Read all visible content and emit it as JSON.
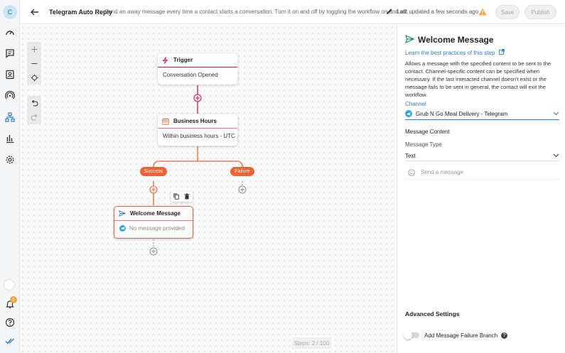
{
  "sidebar": {
    "avatar_initial": "C",
    "notification_count": "1",
    "items": [
      {
        "name": "dashboard-icon"
      },
      {
        "name": "conversations-icon"
      },
      {
        "name": "contacts-icon"
      },
      {
        "name": "broadcasts-icon"
      },
      {
        "name": "workflows-icon"
      },
      {
        "name": "reports-icon"
      },
      {
        "name": "settings-icon"
      }
    ]
  },
  "header": {
    "title": "Telegram Auto Reply",
    "description": "Send an away message every time a contact starts a conversation. Turn it on and off by toggling the workflow on and off.",
    "last_updated": "Last updated a few seconds ago",
    "save_label": "Save",
    "publish_label": "Publish"
  },
  "canvas": {
    "steps_label": "Steps: 2 / 100",
    "trigger": {
      "title": "Trigger",
      "body": "Conversation Opened"
    },
    "business_hours": {
      "title": "Business Hours",
      "body": "Within business hours - UTC"
    },
    "branches": {
      "success": "Success",
      "failure": "Failure"
    },
    "welcome": {
      "title": "Welcome Message",
      "body": "No message provided"
    }
  },
  "panel": {
    "title": "Welcome Message",
    "link": "Learn the best practices of this step",
    "description": "Allows a message with the specified content to be sent to the contact. Channel-specific content can be specified when necessary. If the last interacted channel doesn't exist or the message fails to be sent in general, the contact will exit the workflow.",
    "channel_label": "Channel",
    "channel_value": "Grub N Go Meal Delivery - Telegram",
    "message_content_label": "Message Content",
    "message_type_label": "Message Type",
    "message_type_value": "Text",
    "message_placeholder": "Send a message",
    "advanced_label": "Advanced Settings",
    "failure_branch_label": "Add Message Failure Branch"
  },
  "colors": {
    "accent": "#2f80c7",
    "node_accent": "#ee6233",
    "telegram": "#2ea7e0"
  }
}
